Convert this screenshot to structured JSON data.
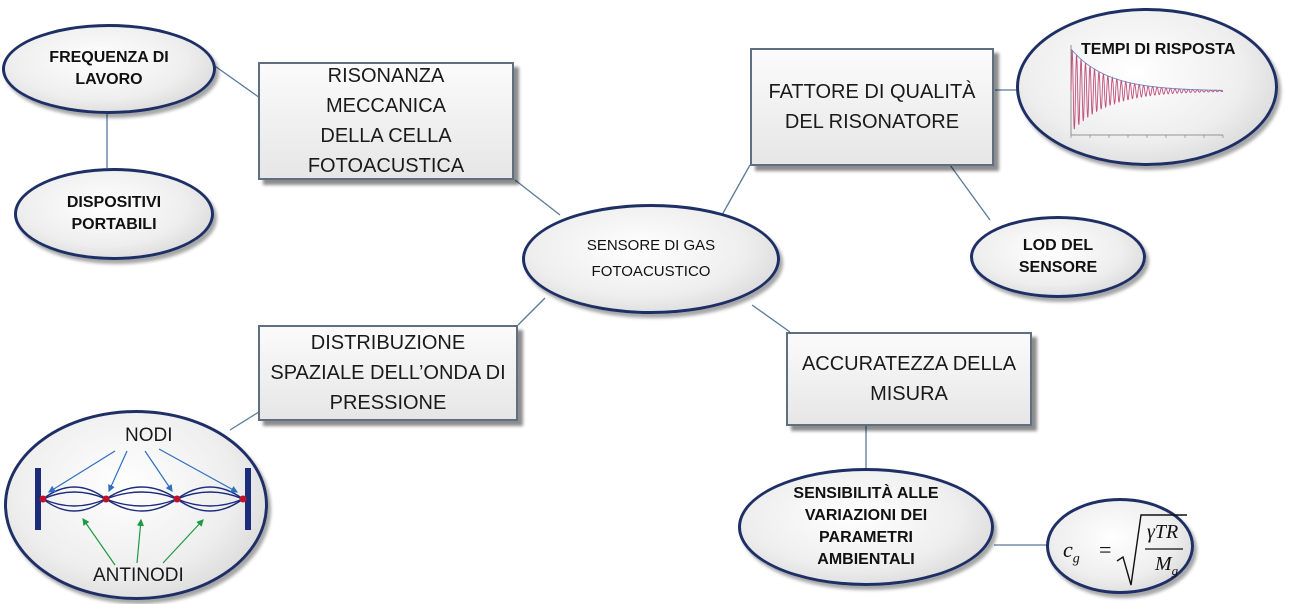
{
  "center": {
    "label": "SENSORE DI GAS\nFOTOACUSTICO"
  },
  "boxes": {
    "risonanza": "RISONANZA MECCANICA\nDELLA CELLA\nFOTOACUSTICA",
    "fattore": "FATTORE DI QUALITÀ\nDEL RISONATORE",
    "distribuzione": "DISTRIBUZIONE\nSPAZIALE DELL’ONDA DI\nPRESSIONE",
    "accuratezza": "ACCURATEZZA DELLA\nMISURA"
  },
  "ovals": {
    "frequenza": "FREQUENZA DI\nLAVORO",
    "dispositivi": "DISPOSITIVI\nPORTABILI",
    "tempi": "TEMPI DI RISPOSTA",
    "lod": "LOD DEL\nSENSORE",
    "sensibilita": "SENSIBILITÀ ALLE\nVARIAZIONI DEI\nPARAMETRI\nAMBIENTALI"
  },
  "wave_diagram": {
    "nodes_label": "NODI",
    "antinodes_label": "ANTINODI"
  },
  "formula": {
    "lhs": "c",
    "lhs_sub": "g",
    "equals": "=",
    "numerator": "γTR",
    "denominator": "M",
    "denominator_sub": "g"
  },
  "colors": {
    "connector": "#5a7a9a",
    "oval_border": "#1e2f66",
    "box_border": "#5f6f7f",
    "wave": "#1c2c7a",
    "node_dot": "#c0102a",
    "node_arrow": "#2f6fc0",
    "antinode_arrow": "#1e9a40",
    "response_curve": "#c0507a"
  }
}
